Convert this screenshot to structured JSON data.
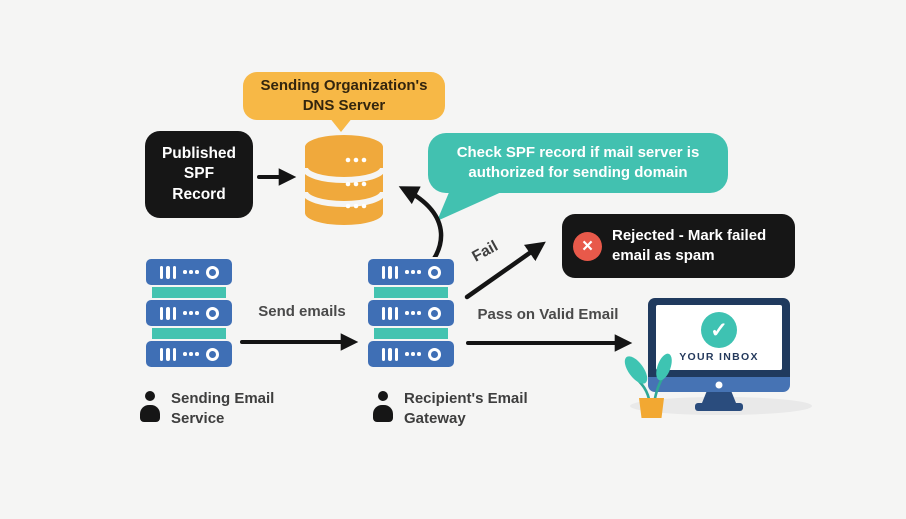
{
  "diagram": {
    "title_label": "Sending Organization's\nDNS Server",
    "published_spf": "Published\nSPF\nRecord",
    "check_bubble": "Check SPF record if mail server is\nauthorized for sending domain",
    "rejected": "Rejected - Mark failed\nemail as spam",
    "inbox_label": "YOUR INBOX",
    "edges": {
      "send": "Send emails",
      "fail": "Fail",
      "pass": "Pass on Valid Email"
    },
    "captions": {
      "sender": "Sending Email\nService",
      "recipient": "Recipient's Email\nGateway"
    },
    "icons": {
      "database": "database-icon",
      "server": "server-icon",
      "reject": "x-circle-icon",
      "accept": "check-circle-icon",
      "person": "person-icon",
      "monitor": "monitor-icon",
      "plant": "plant-icon"
    },
    "colors": {
      "background": "#F5F5F4",
      "label_orange": "#F7B846",
      "database_orange": "#F0A93C",
      "teal": "#42C1B0",
      "server_blue": "#3F6FB5",
      "connector_teal": "#44C3B0",
      "box_black": "#161616",
      "reject_red": "#E8594A",
      "monitor_navy": "#203A5E",
      "bezel_blue": "#4673B4",
      "stand_blue": "#2A4C7D",
      "text_gray": "#4A4A4A",
      "pot_yellow": "#F2A832",
      "check_mark": "✓",
      "x_mark": "×"
    }
  }
}
